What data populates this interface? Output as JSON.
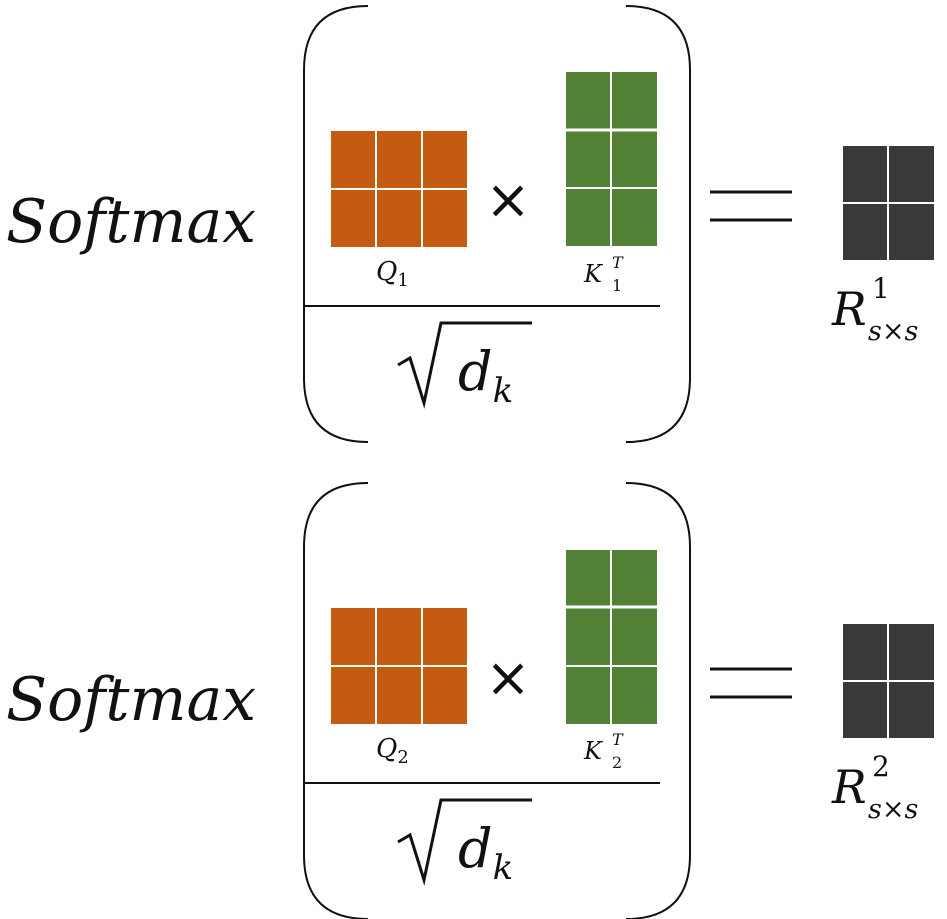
{
  "colors": {
    "query": "#c55a11",
    "key": "#538135",
    "result": "#3a3838",
    "cell_border": "#ffffff",
    "ink": "#111111"
  },
  "blocks": [
    {
      "function_label": "Softmax",
      "query_label": {
        "base": "Q",
        "sub": "1"
      },
      "key_label": {
        "base": "K",
        "sup": "T",
        "sub": "1"
      },
      "times": "×",
      "equals": "=",
      "denominator": {
        "radical": "√",
        "base": "d",
        "sub": "k"
      },
      "result_label": {
        "base": "R",
        "sup": "1",
        "sub": "s×s"
      },
      "query_matrix": {
        "rows": 2,
        "cols": 3
      },
      "key_matrix": {
        "rows": 3,
        "cols": 2
      },
      "result_matrix": {
        "rows": 2,
        "cols": 2
      }
    },
    {
      "function_label": "Softmax",
      "query_label": {
        "base": "Q",
        "sub": "2"
      },
      "key_label": {
        "base": "K",
        "sup": "T",
        "sub": "2"
      },
      "times": "×",
      "equals": "=",
      "denominator": {
        "radical": "√",
        "base": "d",
        "sub": "k"
      },
      "result_label": {
        "base": "R",
        "sup": "2",
        "sub": "s×s"
      },
      "query_matrix": {
        "rows": 2,
        "cols": 3
      },
      "key_matrix": {
        "rows": 3,
        "cols": 2
      },
      "result_matrix": {
        "rows": 2,
        "cols": 2
      }
    }
  ]
}
